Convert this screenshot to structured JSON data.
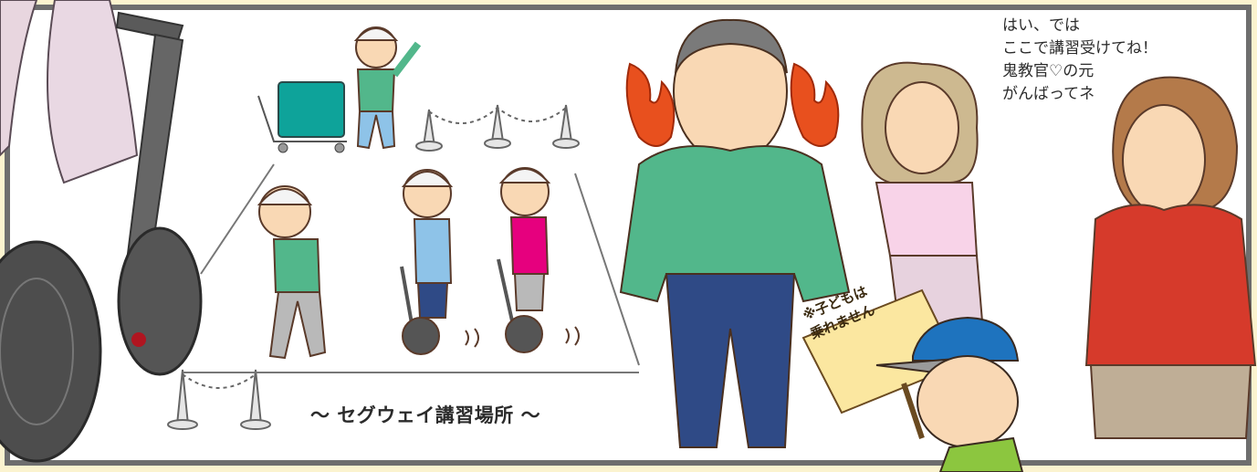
{
  "scene": {
    "caption": "〜 セグウェイ講習場所 〜",
    "speech_lines": [
      "はい、では",
      "ここで講習受けてね！",
      "鬼教官♡の元",
      "がんばってネ"
    ],
    "sign_lines": [
      "※子どもは",
      "乗れません"
    ]
  },
  "colors": {
    "page_background": "#fbf3cf",
    "frame": "#6e6e6e",
    "panel": "#ffffff",
    "instructor_shirt": "#52b78b",
    "instructor_pants": "#2f4a86",
    "cart_box": "#0ea39a",
    "flames": "#e8501e",
    "woman_blouse": "#f8d3e8",
    "woman_cardigan": "#d63a2b",
    "kid_cap": "#1e73be"
  },
  "icons": [
    "segway-icon",
    "rope-barrier-icon",
    "flame-icon",
    "sign-board-icon",
    "helmet-icon",
    "cart-icon"
  ]
}
